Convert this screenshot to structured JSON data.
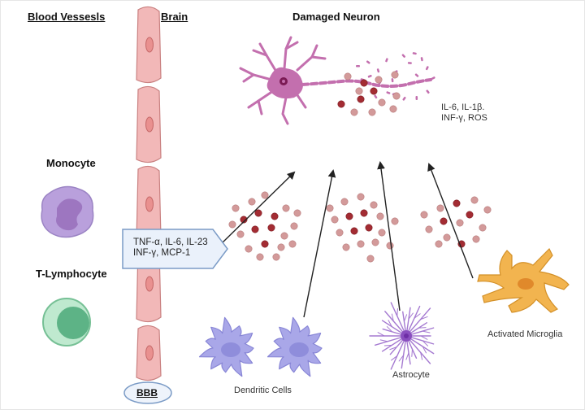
{
  "labels": {
    "blood_vessels": "Blood Vessesls",
    "brain": "Brain",
    "damaged_neuron": "Damaged Neuron",
    "monocyte": "Monocyte",
    "t_lymphocyte": "T-Lymphocyte",
    "bbb": "BBB",
    "dendritic_cells": "Dendritic Cells",
    "astrocyte": "Astrocyte",
    "activated_microglia": "Activated Microglia"
  },
  "neuron_mediators": [
    "IL-6, IL-1β.",
    "INF-γ, ROS"
  ],
  "cytokine_box": [
    "TNF-α, IL-6, IL-23",
    "INF-γ, MCP-1"
  ],
  "colors": {
    "endothelium_fill": "#f2b8b8",
    "endothelium_stroke": "#c98080",
    "neuron": "#c36fae",
    "monocyte": "#b9a0dc",
    "t_cell": "#8fd3ab",
    "dendritic": "#a9a7e8",
    "astrocyte": "#a57ad1",
    "microglia": "#f2b44f",
    "particle_dark": "#a32c33",
    "particle_light": "#d39a9a",
    "box_fill": "#eaf1fb",
    "box_stroke": "#7b9bc6"
  }
}
